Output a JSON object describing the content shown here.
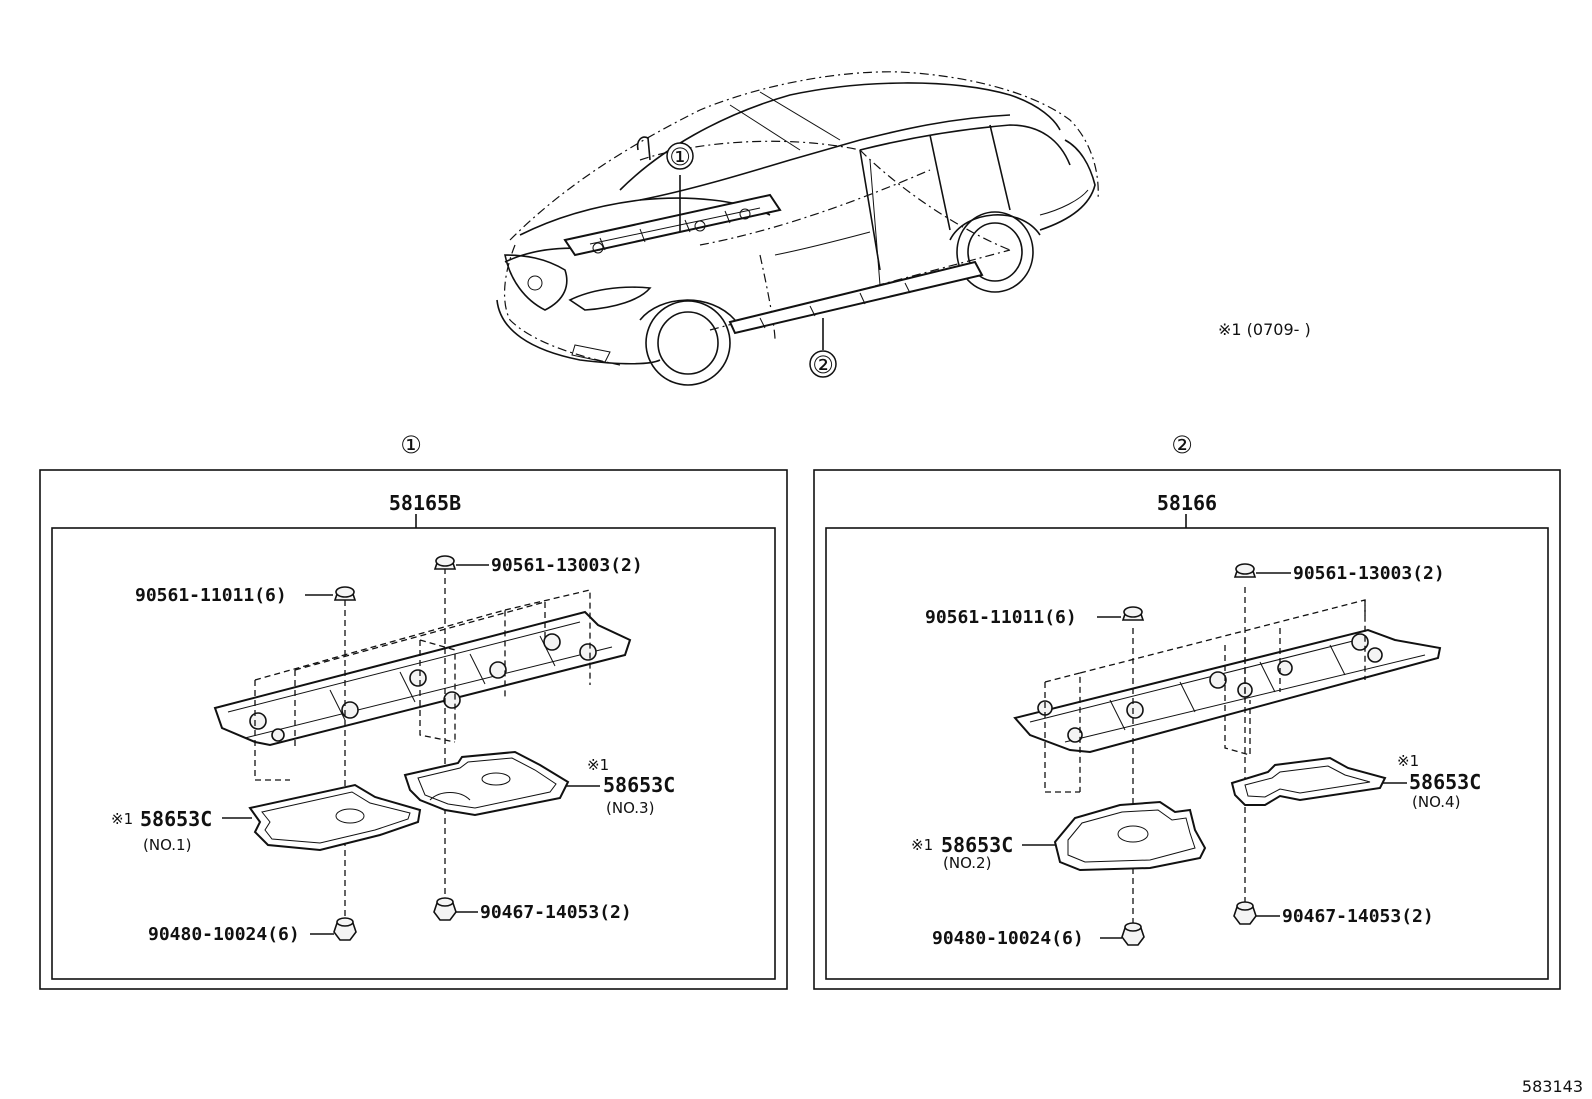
{
  "overview": {
    "callout_1": "①",
    "callout_2": "②",
    "applicability_note": "※1 (0709- )"
  },
  "panel_1": {
    "callout": "①",
    "assembly_number": "58165B",
    "clip_upper_left": "90561-11011(6)",
    "clip_upper_right": "90561-13003(2)",
    "cover_a_mark": "※1",
    "cover_a_part": "58653C",
    "cover_a_sub": "(NO.1)",
    "cover_b_mark": "※1",
    "cover_b_part": "58653C",
    "cover_b_sub": "(NO.3)",
    "nut_lower_left": "90480-10024(6)",
    "nut_lower_right": "90467-14053(2)"
  },
  "panel_2": {
    "callout": "②",
    "assembly_number": "58166",
    "clip_upper_left": "90561-11011(6)",
    "clip_upper_right": "90561-13003(2)",
    "cover_a_mark": "※1",
    "cover_a_part": "58653C",
    "cover_a_sub": "(NO.2)",
    "cover_b_mark": "※1",
    "cover_b_part": "58653C",
    "cover_b_sub": "(NO.4)",
    "nut_lower_left": "90480-10024(6)",
    "nut_lower_right": "90467-14053(2)"
  },
  "figure_number": "583143"
}
